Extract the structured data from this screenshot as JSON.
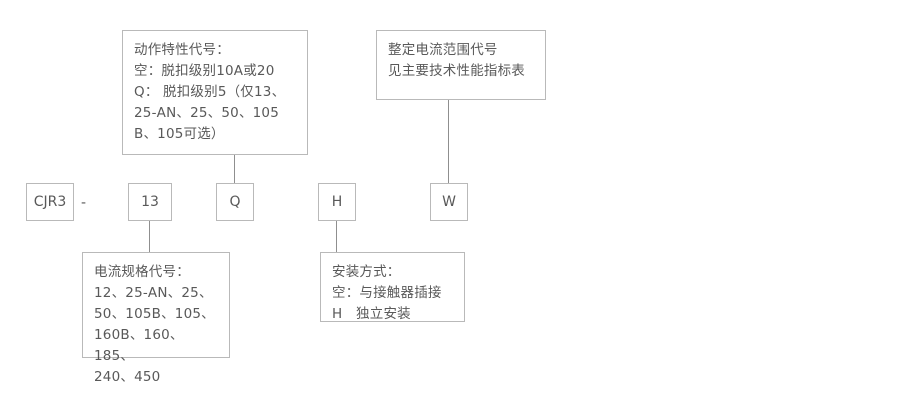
{
  "diagram": {
    "title": "CJR3 型号命名规则图",
    "line_color": "#8f8f8f",
    "border_color": "#b9b9b9",
    "text_color": "#595959",
    "background": "#ffffff"
  },
  "notes": {
    "action_code": "动作特性代号：\n空：脱扣级别10A或20\nQ： 脱扣级别5（仅13、\n25-AN、25、50、105\nB、105可选）",
    "current_range": "整定电流范围代号\n见主要技术性能指标表",
    "current_spec": "电流规格代号：\n12、25-AN、25、\n50、105B、105、\n160B、160、185、\n240、450",
    "install_mode": "安装方式：\n空：与接触器插接\nH　独立安装"
  },
  "codes": {
    "series": "CJR3",
    "separator": "-",
    "current_spec": "13",
    "action": "Q",
    "install": "H",
    "current_range": "W"
  }
}
